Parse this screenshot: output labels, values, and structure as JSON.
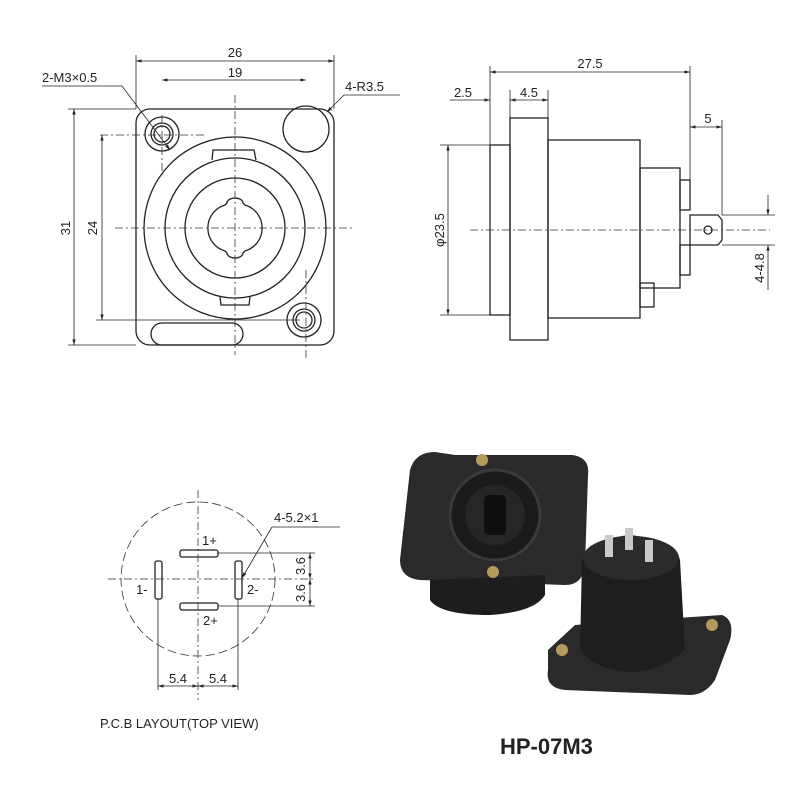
{
  "front_view": {
    "width_outer": "26",
    "width_holes": "19",
    "thread": "2-M3×0.5",
    "corner_radius": "4-R3.5",
    "height_outer": "31",
    "height_holes": "24"
  },
  "side_view": {
    "length": "27.5",
    "flange": "2.5",
    "plate": "4.5",
    "pin_length": "5",
    "diameter": "φ23.5",
    "pin_width": "4-4.8"
  },
  "pcb": {
    "slot": "4-5.2×1",
    "pin_1p": "1+",
    "pin_1m": "1-",
    "pin_2p": "2+",
    "pin_2m": "2-",
    "pitch_v1": "3.6",
    "pitch_v2": "3.6",
    "pitch_h1": "5.4",
    "pitch_h2": "5.4",
    "caption": "P.C.B LAYOUT(TOP VIEW)"
  },
  "product": {
    "model": "HP-07M3"
  }
}
